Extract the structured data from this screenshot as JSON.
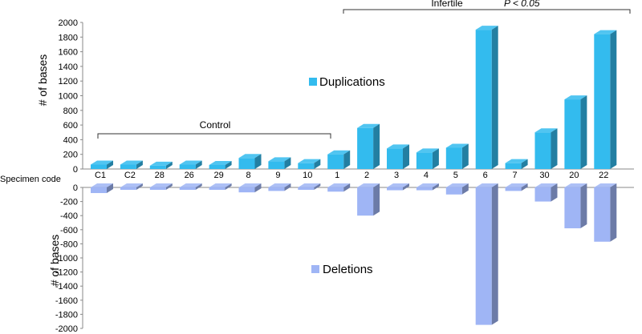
{
  "chart_data": {
    "type": "bar",
    "row_label": "Specimen code",
    "categories": [
      "C1",
      "C2",
      "28",
      "26",
      "29",
      "8",
      "9",
      "10",
      "1",
      "2",
      "3",
      "4",
      "5",
      "6",
      "7",
      "30",
      "20",
      "22"
    ],
    "series": [
      {
        "name": "Duplications",
        "color": "#33bbee",
        "values": [
          60,
          60,
          45,
          60,
          55,
          150,
          105,
          80,
          200,
          560,
          280,
          225,
          290,
          1900,
          80,
          500,
          950,
          1840
        ]
      },
      {
        "name": "Deletions",
        "color": "#9fb5f5",
        "values": [
          -80,
          -20,
          -20,
          -20,
          -20,
          -70,
          -50,
          -30,
          -60,
          -400,
          -40,
          -40,
          -100,
          -1950,
          -50,
          -200,
          -580,
          -770
        ]
      }
    ],
    "upper_axis": {
      "ylabel": "# of bases",
      "ylim": [
        0,
        2000
      ],
      "ticks": [
        0,
        200,
        400,
        600,
        800,
        1000,
        1200,
        1400,
        1600,
        1800,
        2000
      ]
    },
    "lower_axis": {
      "ylabel": "# of bases",
      "ylim": [
        -2000,
        0
      ],
      "ticks": [
        0,
        -200,
        -400,
        -600,
        -800,
        -1000,
        -1200,
        -1400,
        -1600,
        -1800,
        -2000
      ]
    },
    "legend": [
      "Duplications",
      "Deletions"
    ],
    "annotations": {
      "control_label": "Control",
      "infertile_label": "Infertile",
      "pvalue_label": "P < 0.05"
    }
  }
}
